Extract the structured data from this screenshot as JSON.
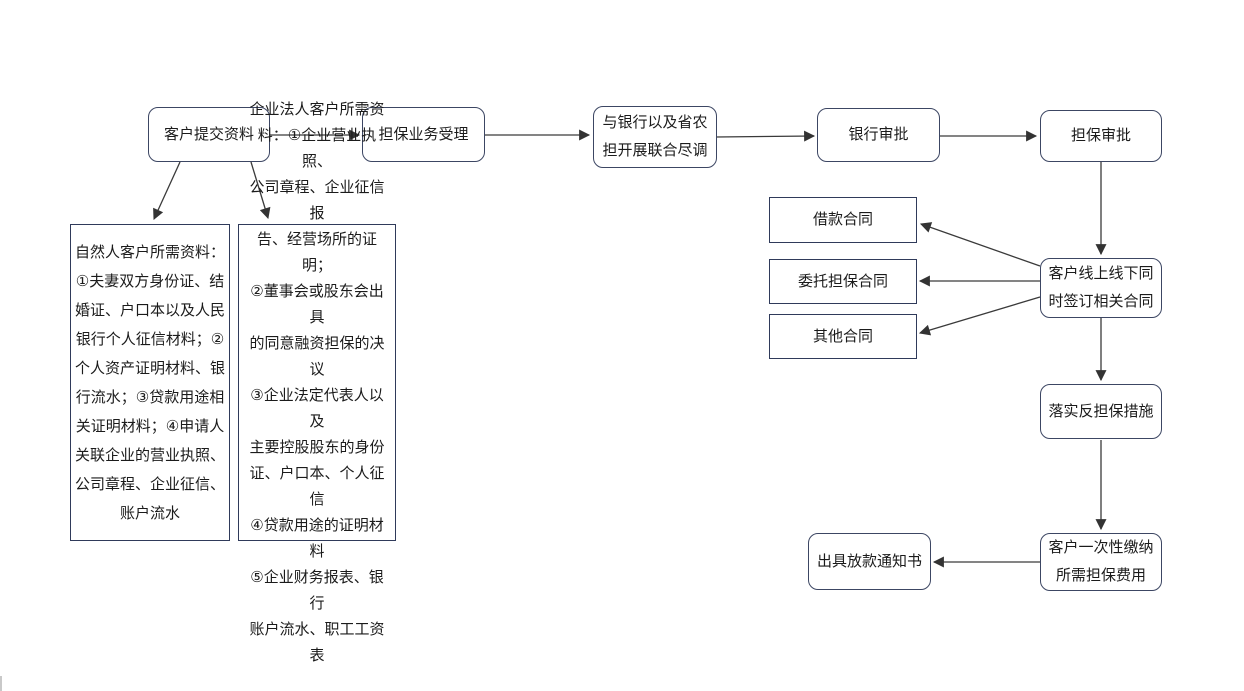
{
  "diagram": {
    "type": "flowchart",
    "colors": {
      "rounded_node_border": "#3c4663",
      "rect_node_border": "#2f3a5a",
      "arrow": "#3a3a3a",
      "text": "#1b1b1b",
      "background": "#ffffff"
    },
    "nodes": {
      "submit": {
        "label": "客户提交资料"
      },
      "acceptance": {
        "label": "担保业务受理"
      },
      "due_diligence": {
        "label": "与银行以及省农\n担开展联合尽调"
      },
      "bank_approval": {
        "label": "银行审批"
      },
      "guarantee_approval": {
        "label": "担保审批"
      },
      "natural_person_docs": {
        "label": "自然人客户所需资料：\n①夫妻双方身份证、结\n婚证、户口本以及人民\n银行个人征信材料；②\n个人资产证明材料、银\n行流水；③贷款用途相\n关证明材料；④申请人\n关联企业的营业执照、\n公司章程、企业征信、\n账户流水"
      },
      "enterprise_docs": {
        "label": "企业法人客户所需资\n料：①企业营业执照、\n公司章程、企业征信报\n告、经营场所的证明；\n②董事会或股东会出具\n的同意融资担保的决议\n③企业法定代表人以及\n主要控股股东的身份\n证、户口本、个人征信\n④贷款用途的证明材料\n⑤企业财务报表、银行\n账户流水、职工工资表"
      },
      "loan_contract": {
        "label": "借款合同"
      },
      "entrusted_guarantee_contract": {
        "label": "委托担保合同"
      },
      "other_contract": {
        "label": "其他合同"
      },
      "sign_contracts": {
        "label": "客户线上线下同\n时签订相关合同"
      },
      "counter_guarantee": {
        "label": "落实反担保措施"
      },
      "pay_fee": {
        "label": "客户一次性缴纳\n所需担保费用"
      },
      "loan_notice": {
        "label": "出具放款通知书"
      }
    }
  }
}
